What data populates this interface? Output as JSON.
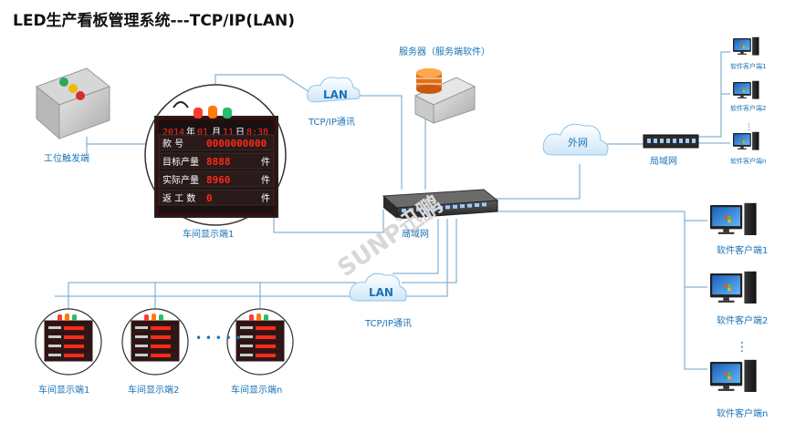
{
  "title": "LED生产看板管理系统---TCP/IP(LAN)",
  "labels": {
    "trigger": "工位触发端",
    "workshop_display": "车间显示端1",
    "server": "服务器（服务端软件）",
    "lan_top": "TCP/IP通讯",
    "lan_bottom": "TCP/IP通讯",
    "lan_word": "LAN",
    "wan": "外网",
    "switch_center": "局域网",
    "switch_right": "局域网",
    "client_small_1": "软件客户端1",
    "client_small_2": "软件客户端2",
    "client_small_n": "软件客户端n",
    "client_1": "软件客户端1",
    "client_2": "软件客户端2",
    "client_n": "软件客户端n",
    "bottom_display_1": "车间显示端1",
    "bottom_display_2": "车间显示端2",
    "bottom_display_n": "车间显示端n",
    "watermark": "SUNP迅鹏"
  },
  "led_board": {
    "date_year": "2014",
    "year_char": "年",
    "date_month": "01",
    "month_char": "月",
    "date_day": "11",
    "day_char": "日",
    "time": "8:38",
    "rows": [
      {
        "label": "款 号",
        "value": "0000000000",
        "unit": ""
      },
      {
        "label": "目标产量",
        "value": "8888",
        "unit": "件"
      },
      {
        "label": "实际产量",
        "value": "8960",
        "unit": "件"
      },
      {
        "label": "返 工 数",
        "value": "0",
        "unit": "件"
      }
    ]
  },
  "colors": {
    "line": "#6aa0c8",
    "label_blue": "#1a73b8",
    "led_red": "#ff2a1a"
  }
}
